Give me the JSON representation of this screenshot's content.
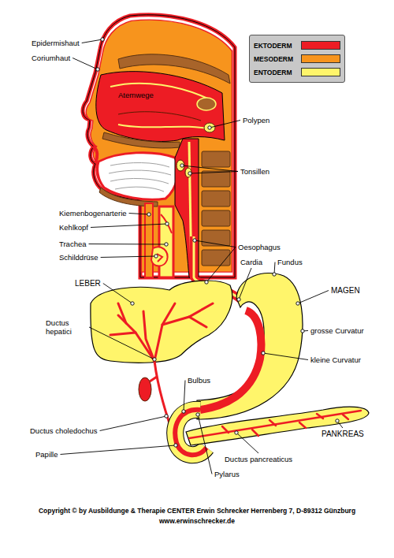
{
  "diagram": {
    "labels": [
      "Epidermishaut",
      "Coriumhaut",
      "Atemwege",
      "Polypen",
      "Tonsillen",
      "Kiemenbogenarterie",
      "Kehlkopf",
      "Trachea",
      "Schilddrüse",
      "Oesophagus",
      "Cardia",
      "Fundus",
      "MAGEN",
      "LEBER",
      "grosse Curvatur",
      "kleine Curvatur",
      "Ductus hepatici",
      "Bulbus",
      "Ductus choledochus",
      "PANKREAS",
      "Papille",
      "Ductus pancreaticus",
      "Pylarus",
      "Copyright © by Ausbildunge & Therapie CENTER Erwin Schrecker Herrenberg 7, D-89312 Günzburg",
      "www.erwinschrecker.de"
    ],
    "legend": [
      {
        "text": "EKTODERM",
        "color": "#ed1c24"
      },
      {
        "text": "MESODERM",
        "color": "#f7941d"
      },
      {
        "text": "ENTODERM",
        "color": "#fff56b"
      }
    ]
  }
}
